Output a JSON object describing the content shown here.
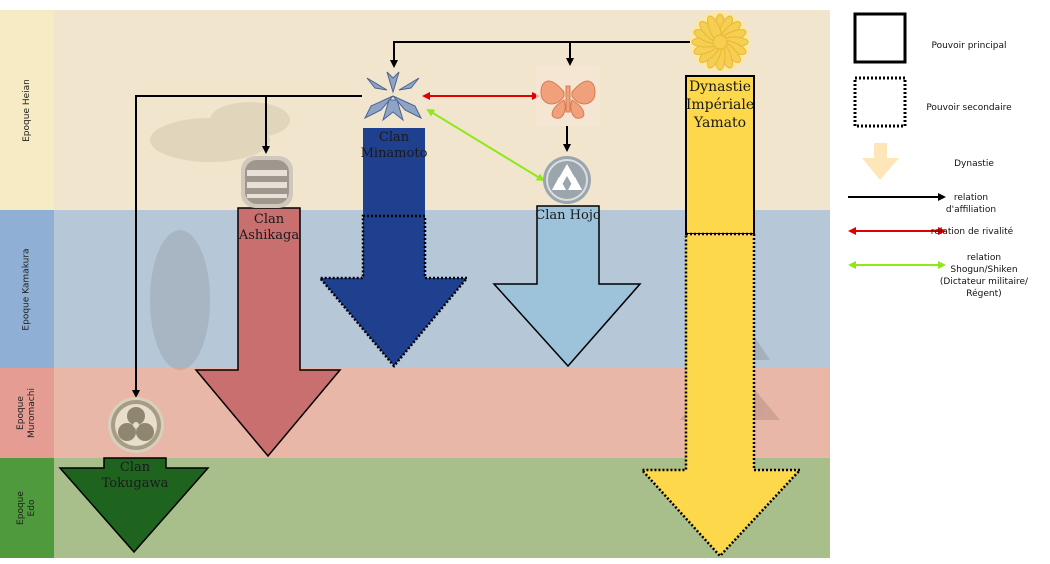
{
  "eras": [
    {
      "id": "heian",
      "label": "Epoque Heian",
      "color": "#f7ebc6"
    },
    {
      "id": "kamakura",
      "label": "Epoque Kamakura",
      "color": "#9db8d6"
    },
    {
      "id": "muromachi",
      "label": "Epoque Muromachi",
      "color": "#e7aaa0"
    },
    {
      "id": "edo",
      "label": "Epoque Edo",
      "color": "#5e9e47"
    }
  ],
  "clans": {
    "ashikaga": {
      "name": "Clan Ashikaga",
      "color": "#c96f70",
      "emblem": "kuginuki-mon"
    },
    "minamoto": {
      "name": "Clan Minamoto",
      "color": "#1f3f8f",
      "emblem": "gentian-mon"
    },
    "hojo": {
      "name": "Clan Hojo",
      "color": "#9cc3da",
      "emblem": "mitsu-uroko-mon"
    },
    "tokugawa": {
      "name": "Clan Tokugawa",
      "color": "#1e641f",
      "emblem": "aoi-mon"
    },
    "yamato": {
      "name": "Dynastie Impériale Yamato",
      "color": "#fcd84a",
      "emblem": "chrysanthemum-mon"
    },
    "taira": {
      "name": "",
      "color": "#f0a07a",
      "emblem": "butterfly-mon"
    }
  },
  "legend": {
    "main_power": "Pouvoir principal",
    "secondary_power": "Pouvoir secondaire",
    "dynasty": "Dynastie",
    "affiliation": "relation d'affiliation",
    "rivalry": "relation de rivalité",
    "shogun": "relation Shogun/Shiken (Dictateur militaire/ Régent)",
    "colors": {
      "affiliation": "#000000",
      "rivalry": "#e00000",
      "shogun": "#8fe81a",
      "dynasty": "#fde7b8"
    }
  }
}
